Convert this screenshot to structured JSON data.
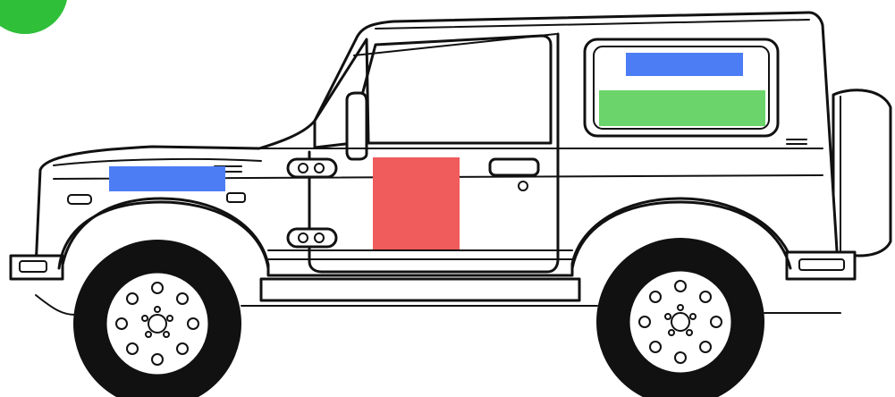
{
  "colors": {
    "badge": "#2fbf39",
    "zone_blue": "#4c7df4",
    "zone_green": "#6bd46b",
    "zone_red": "#f05b5b",
    "outline": "#111111",
    "background": "#ffffff"
  },
  "icons": {
    "corner_badge": "green-circle-badge"
  },
  "highlight_zones": [
    {
      "name": "hood-zone",
      "color": "blue"
    },
    {
      "name": "rear-window-upper-zone",
      "color": "blue"
    },
    {
      "name": "rear-window-lower-zone",
      "color": "green"
    },
    {
      "name": "door-zone",
      "color": "red"
    }
  ]
}
